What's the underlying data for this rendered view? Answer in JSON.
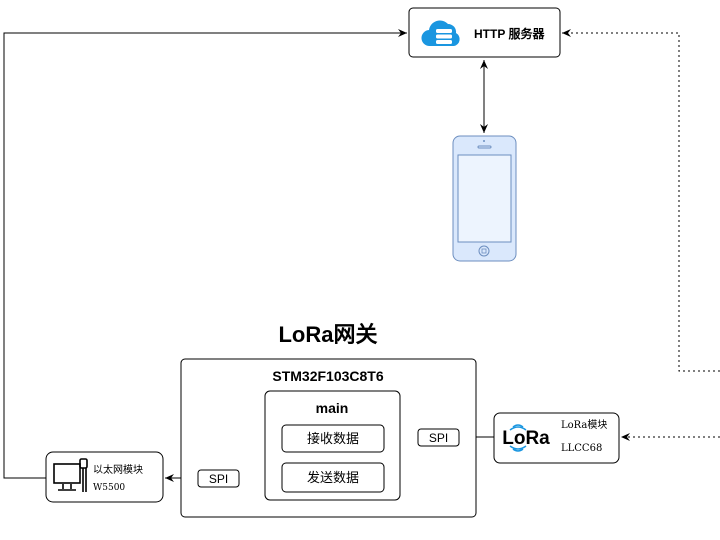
{
  "http_server": {
    "label": "HTTP 服务器",
    "icon": "cloud-server-icon",
    "icon_color": "#1a96e0"
  },
  "phone": {
    "icon": "smartphone-icon",
    "fill": "#dae8fc",
    "stroke": "#6c8ebf"
  },
  "gateway": {
    "title": "LoRa网关",
    "mcu": "STM32F103C8T6",
    "main": "main",
    "receive": "接收数据",
    "send": "发送数据"
  },
  "spi_right": "SPI",
  "spi_left": "SPI",
  "lora_module": {
    "logo": "LoRa",
    "name": "LoRa模块",
    "model": "LLCC68",
    "icon_color": "#1a96e0"
  },
  "ethernet_module": {
    "name": "以太网模块",
    "model": "W5500",
    "icon": "computer-ethernet-icon"
  }
}
